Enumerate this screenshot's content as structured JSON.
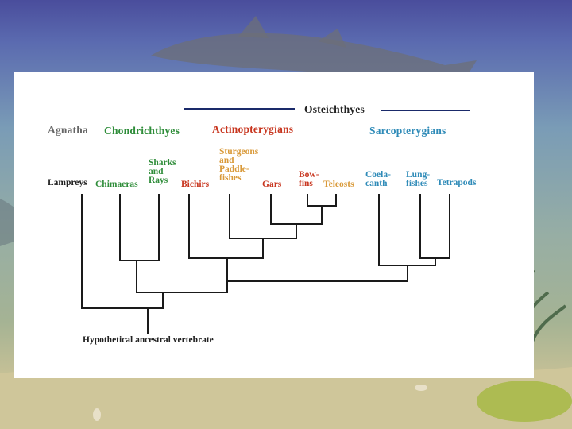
{
  "super_group": "Osteichthyes",
  "groups": {
    "agnatha": "Agnatha",
    "chondrichthyes": "Chondrichthyes",
    "actinopterygians": "Actinopterygians",
    "sarcopterygians": "Sarcopterygians"
  },
  "taxa": {
    "lampreys": "Lampreys",
    "chimaeras": "Chimaeras",
    "sharks_rays": "Sharks\nand\nRays",
    "bichirs": "Bichirs",
    "sturgeons": "Sturgeons\nand\nPaddle-\nfishes",
    "gars": "Gars",
    "bowfins": "Bow-\nfins",
    "teleosts": "Teleosts",
    "coelacanth": "Coela-\ncanth",
    "lungfishes": "Lung-\nfishes",
    "tetrapods": "Tetrapods"
  },
  "root_label": "Hypothetical ancestral vertebrate",
  "colors": {
    "agnatha": "#666666",
    "chondrichthyes": "#2f8d3a",
    "actinopterygians": "#c8361f",
    "sturgeons": "#d99a3a",
    "sarcopterygians": "#2f8bb8"
  }
}
